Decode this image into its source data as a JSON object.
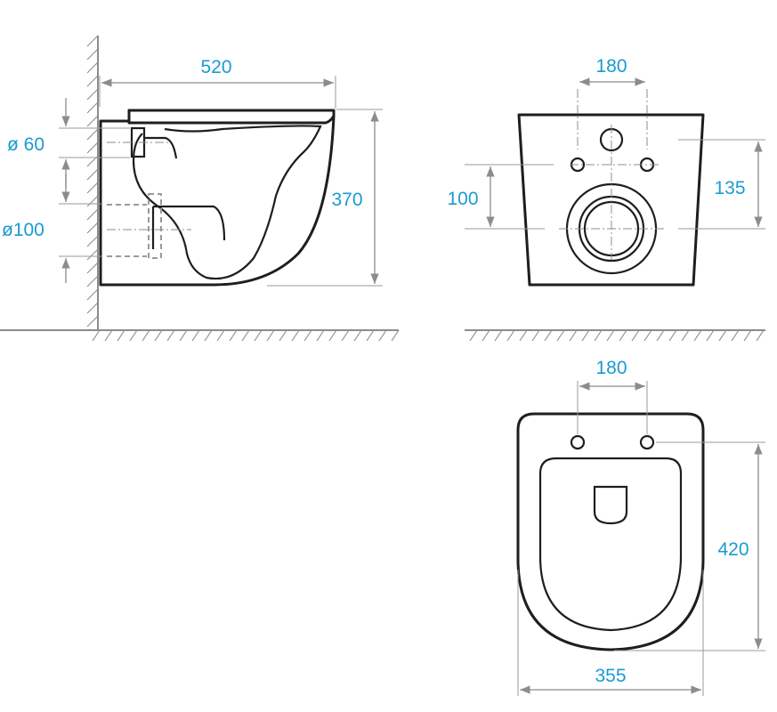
{
  "side_view": {
    "depth_label": "520",
    "height_label": "370",
    "inlet_diameter_label": "ø 60",
    "outlet_diameter_label": "ø100"
  },
  "front_view": {
    "bolt_spacing_label": "180",
    "outlet_height_label": "100",
    "bolt_height_label": "135"
  },
  "top_view": {
    "bolt_spacing_label": "180",
    "length_label": "420",
    "width_label": "355"
  },
  "colors": {
    "dimension_text": "#1a9bd0",
    "outline": "#1e1e1e",
    "dimension_line": "#8c8c8c"
  }
}
